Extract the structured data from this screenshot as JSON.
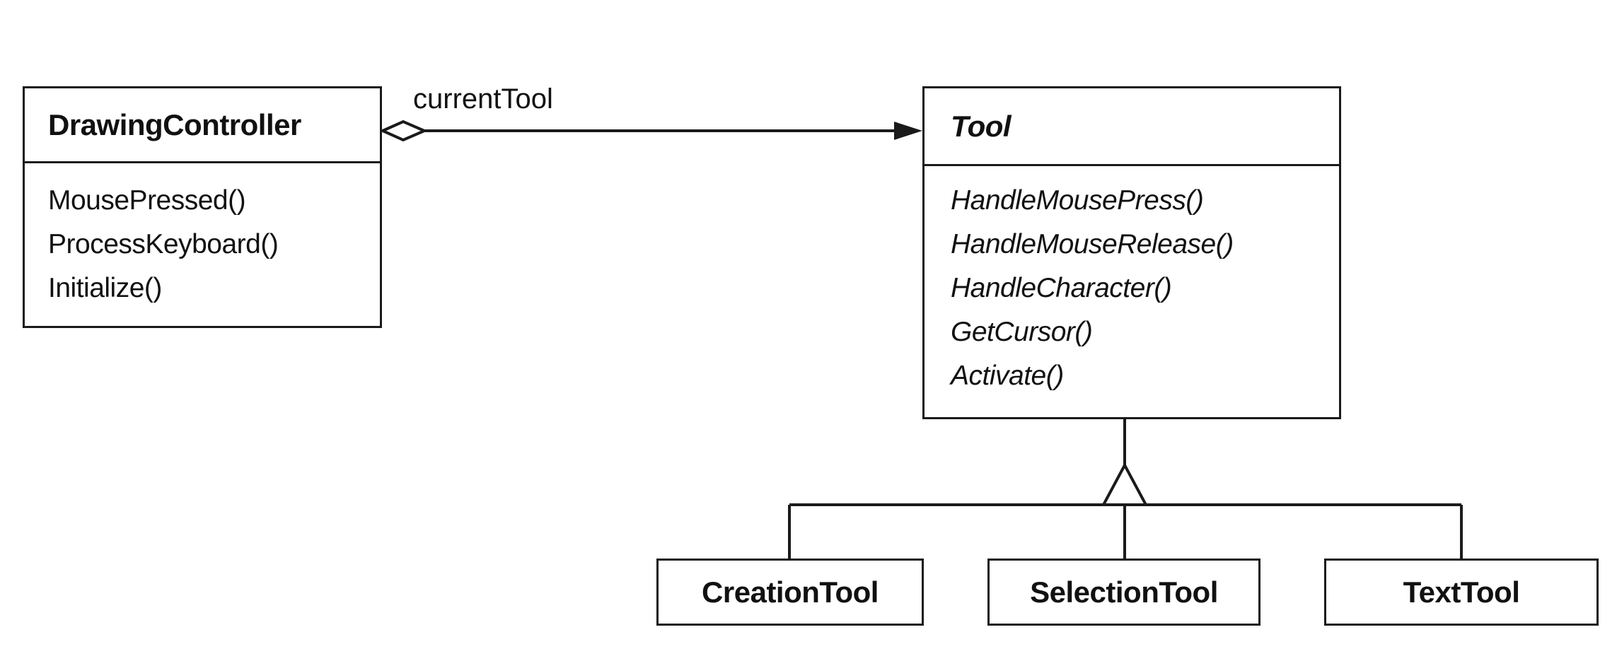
{
  "diagram": {
    "classes": {
      "drawing_controller": {
        "name": "DrawingController",
        "operations": [
          "MousePressed()",
          "ProcessKeyboard()",
          "Initialize()"
        ]
      },
      "tool": {
        "name": "Tool",
        "abstract": true,
        "operations": [
          "HandleMousePress()",
          "HandleMouseRelease()",
          "HandleCharacter()",
          "GetCursor()",
          "Activate()"
        ]
      },
      "creation_tool": {
        "name": "CreationTool"
      },
      "selection_tool": {
        "name": "SelectionTool"
      },
      "text_tool": {
        "name": "TextTool"
      }
    },
    "associations": {
      "current_tool": {
        "label": "currentTool",
        "from": "DrawingController",
        "to": "Tool",
        "kind": "aggregation"
      }
    },
    "generalization": {
      "parent": "Tool",
      "children": [
        "CreationTool",
        "SelectionTool",
        "TextTool"
      ]
    }
  }
}
